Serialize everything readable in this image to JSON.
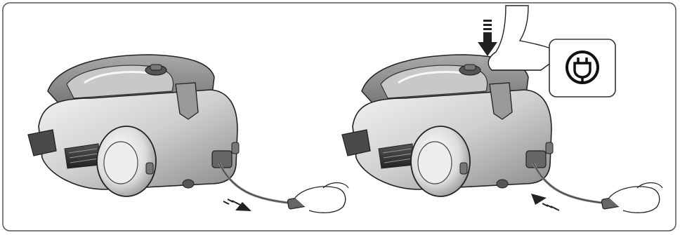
{
  "figure": {
    "panels": [
      {
        "id": "unplug",
        "cord_arrow_direction": "outward"
      },
      {
        "id": "rewind",
        "cord_arrow_direction": "inward",
        "press_arrow": "down"
      }
    ],
    "callout": {
      "icon": "power-plug-icon"
    },
    "colors": {
      "line": "#222222",
      "body_light": "#e6e6e6",
      "body_mid": "#bdbdbd",
      "body_dark": "#7d7d7d",
      "frame": "#555555"
    }
  }
}
